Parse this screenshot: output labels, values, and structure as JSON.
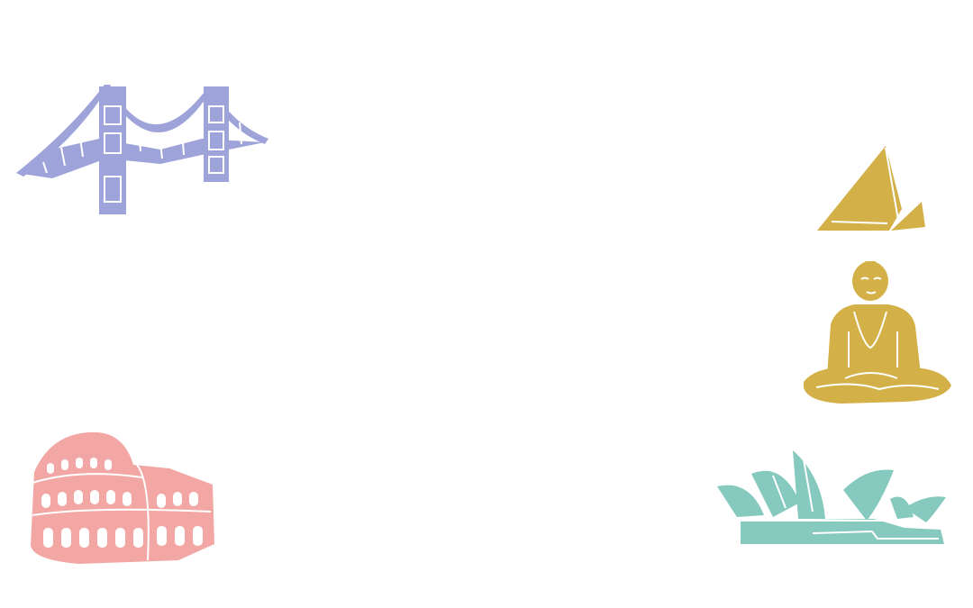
{
  "illustrations": [
    {
      "key": "bridge",
      "icon": "golden-gate-bridge-icon",
      "color": "#9ea3d9"
    },
    {
      "key": "pyramid",
      "icon": "pyramid-icon",
      "color": "#d4b049"
    },
    {
      "key": "buddha",
      "icon": "seated-buddha-icon",
      "color": "#d4b049"
    },
    {
      "key": "colosseum",
      "icon": "colosseum-icon",
      "color": "#f2a7a4"
    },
    {
      "key": "opera",
      "icon": "sydney-opera-house-icon",
      "color": "#86c9bf"
    }
  ]
}
